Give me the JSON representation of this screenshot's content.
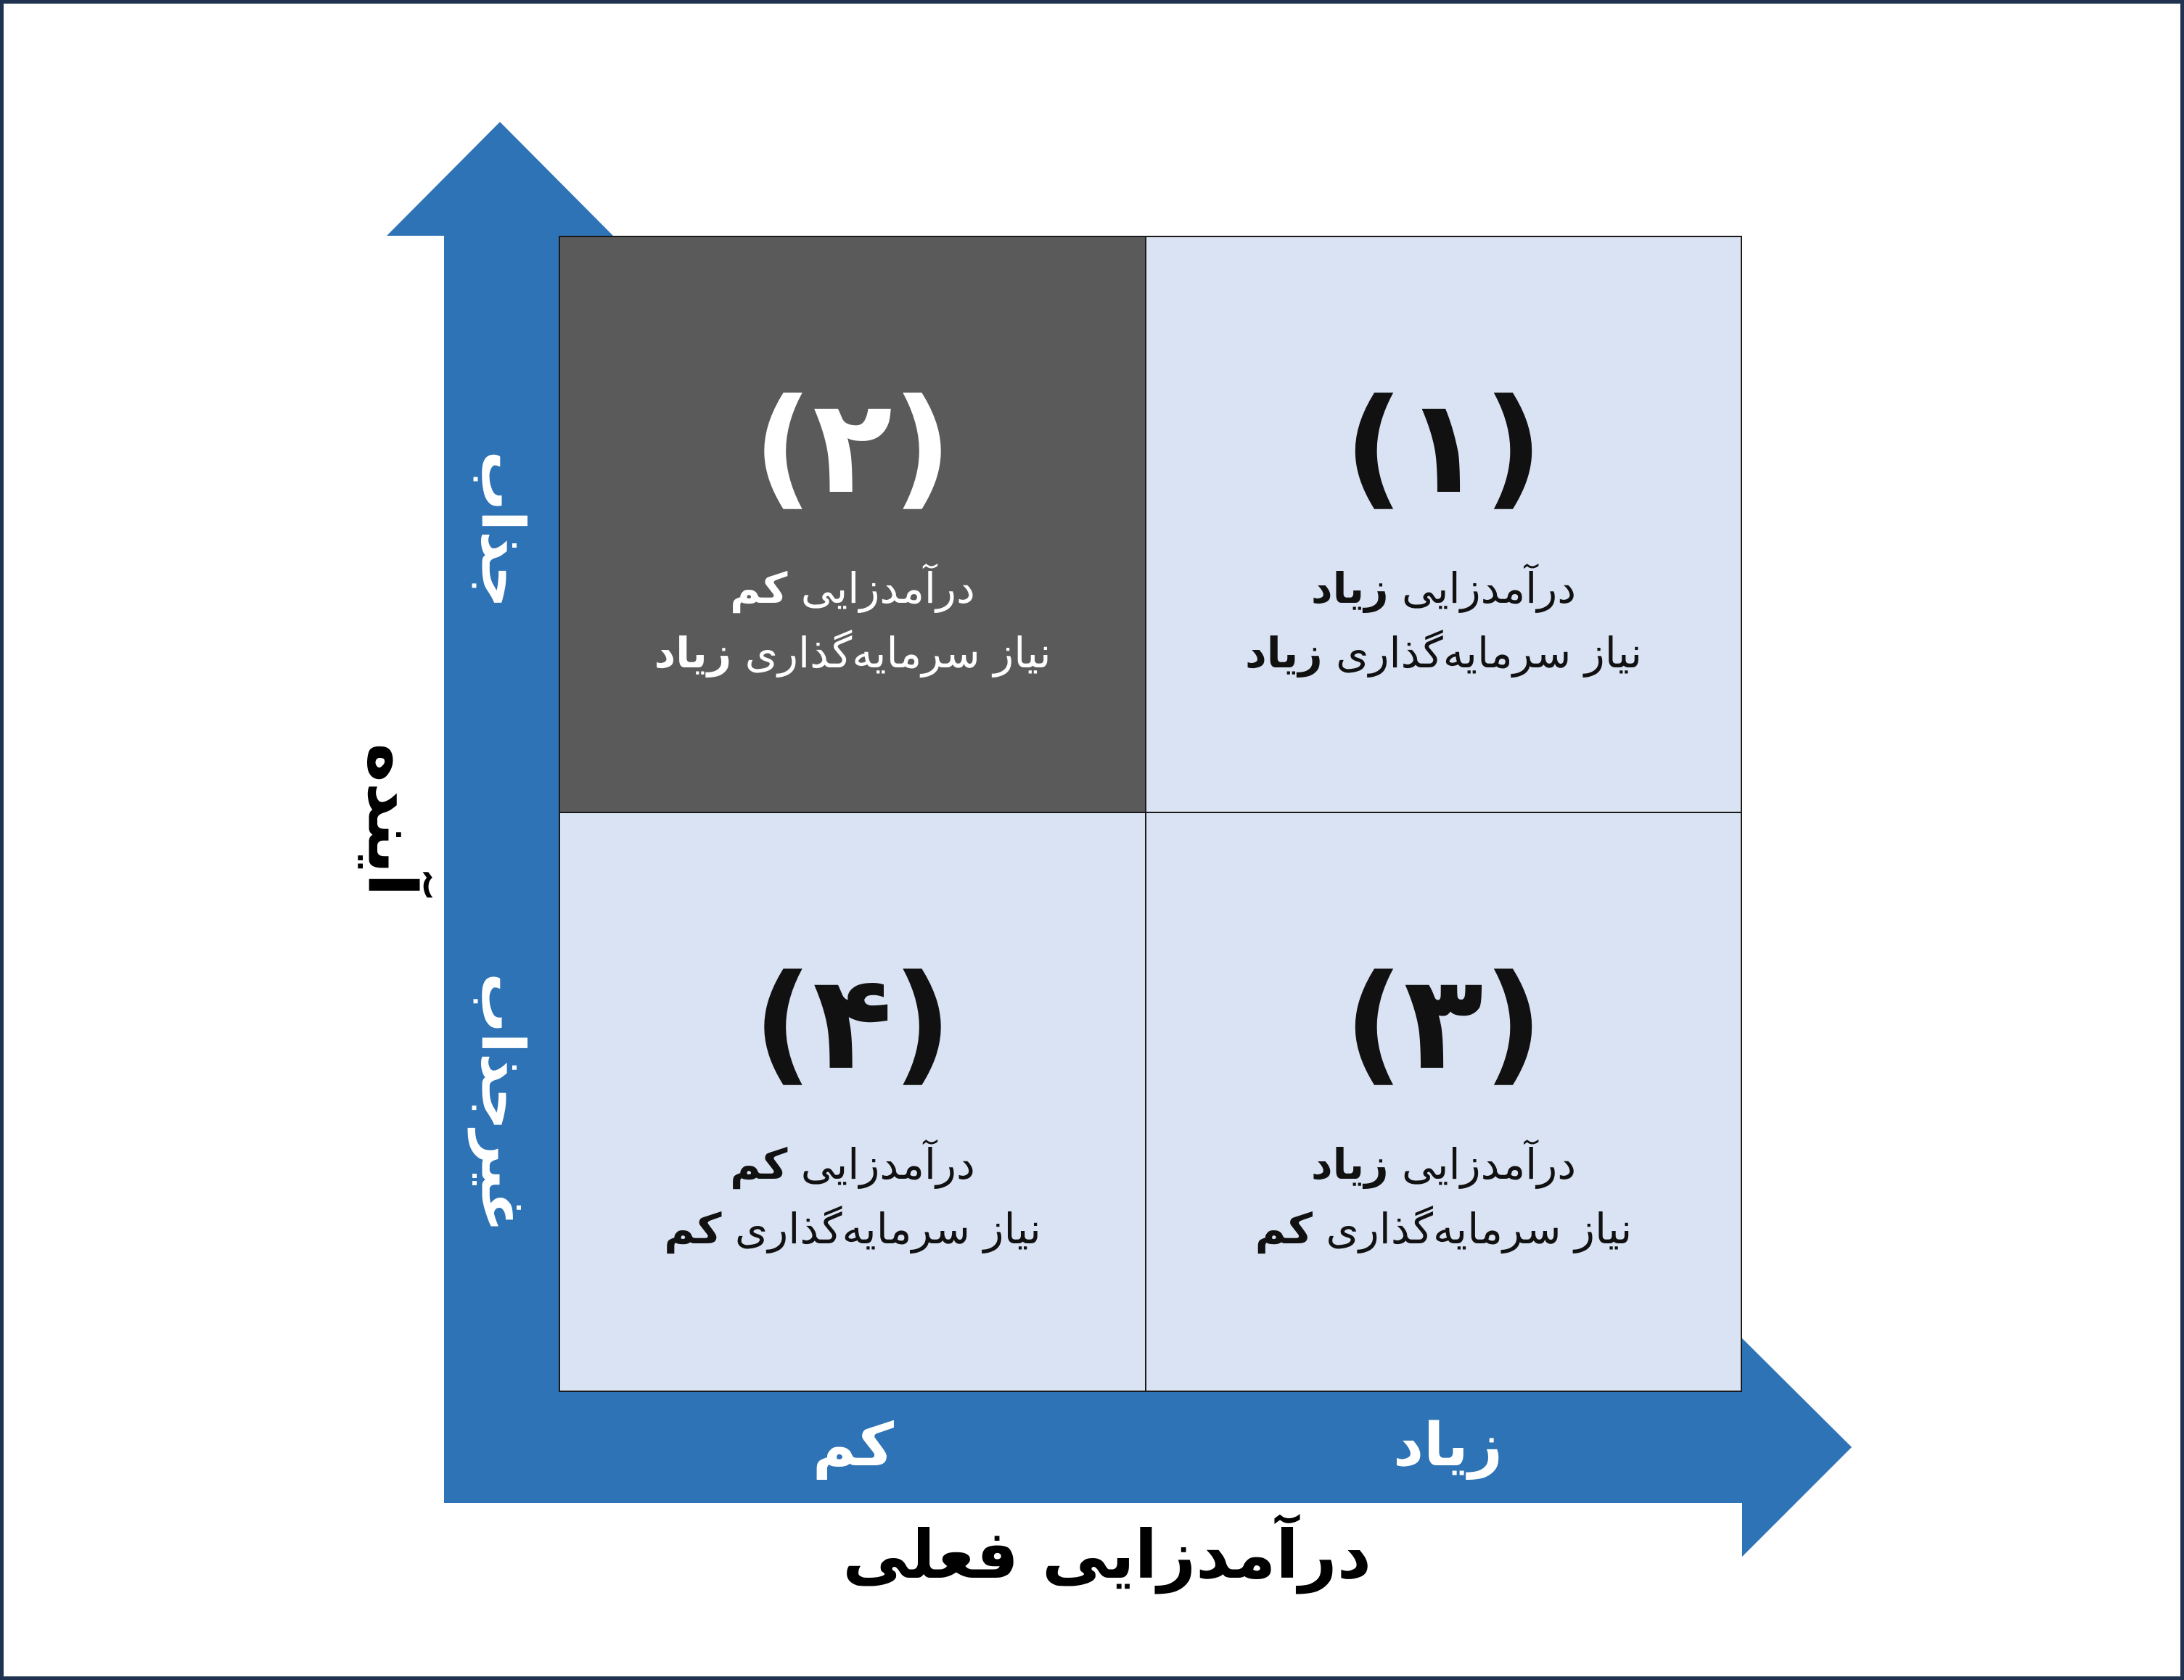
{
  "colors": {
    "arrow": "#2e73b5",
    "quadrant_light": "#dae3f3",
    "quadrant_dark": "#5a5a5a",
    "frame_border": "#1f3350"
  },
  "axes": {
    "x_title": "درآمدزایی فعلی",
    "y_title": "آینده",
    "x_low": "کم",
    "x_high": "زیاد",
    "y_high": "جذاب",
    "y_low": "غیرجذاب"
  },
  "quadrants": [
    {
      "number": "(۱)",
      "line1_prefix": "درآمدزایی ",
      "line1_value": "زیاد",
      "line2_prefix": "نیاز سرمایه‌گذاری ",
      "line2_value": "زیاد"
    },
    {
      "number": "(۲)",
      "line1_prefix": "درآمدزایی ",
      "line1_value": "کم",
      "line2_prefix": "نیاز سرمایه‌گذاری ",
      "line2_value": "زیاد"
    },
    {
      "number": "(۳)",
      "line1_prefix": "درآمدزایی ",
      "line1_value": "زیاد",
      "line2_prefix": "نیاز سرمایه‌گذاری ",
      "line2_value": "کم"
    },
    {
      "number": "(۴)",
      "line1_prefix": "درآمدزایی ",
      "line1_value": "کم",
      "line2_prefix": "نیاز سرمایه‌گذاری ",
      "line2_value": "کم"
    }
  ]
}
